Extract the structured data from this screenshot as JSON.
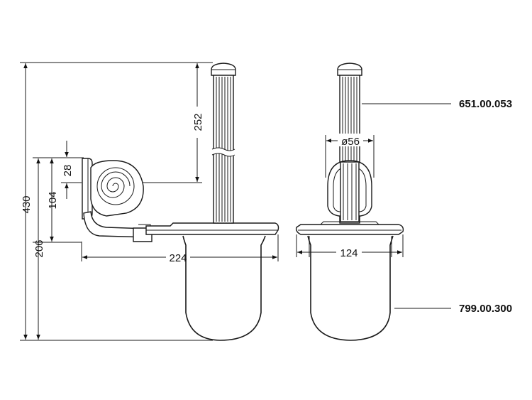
{
  "dimensions": {
    "total_height": "430",
    "top_length": "252",
    "bracket_height": "28",
    "mount_height": "104",
    "lower_height": "206",
    "projection": "224",
    "handle_diameter": "ø56",
    "holder_width": "124"
  },
  "part_numbers": {
    "brush": "651.00.053",
    "holder": "799.00.300"
  }
}
